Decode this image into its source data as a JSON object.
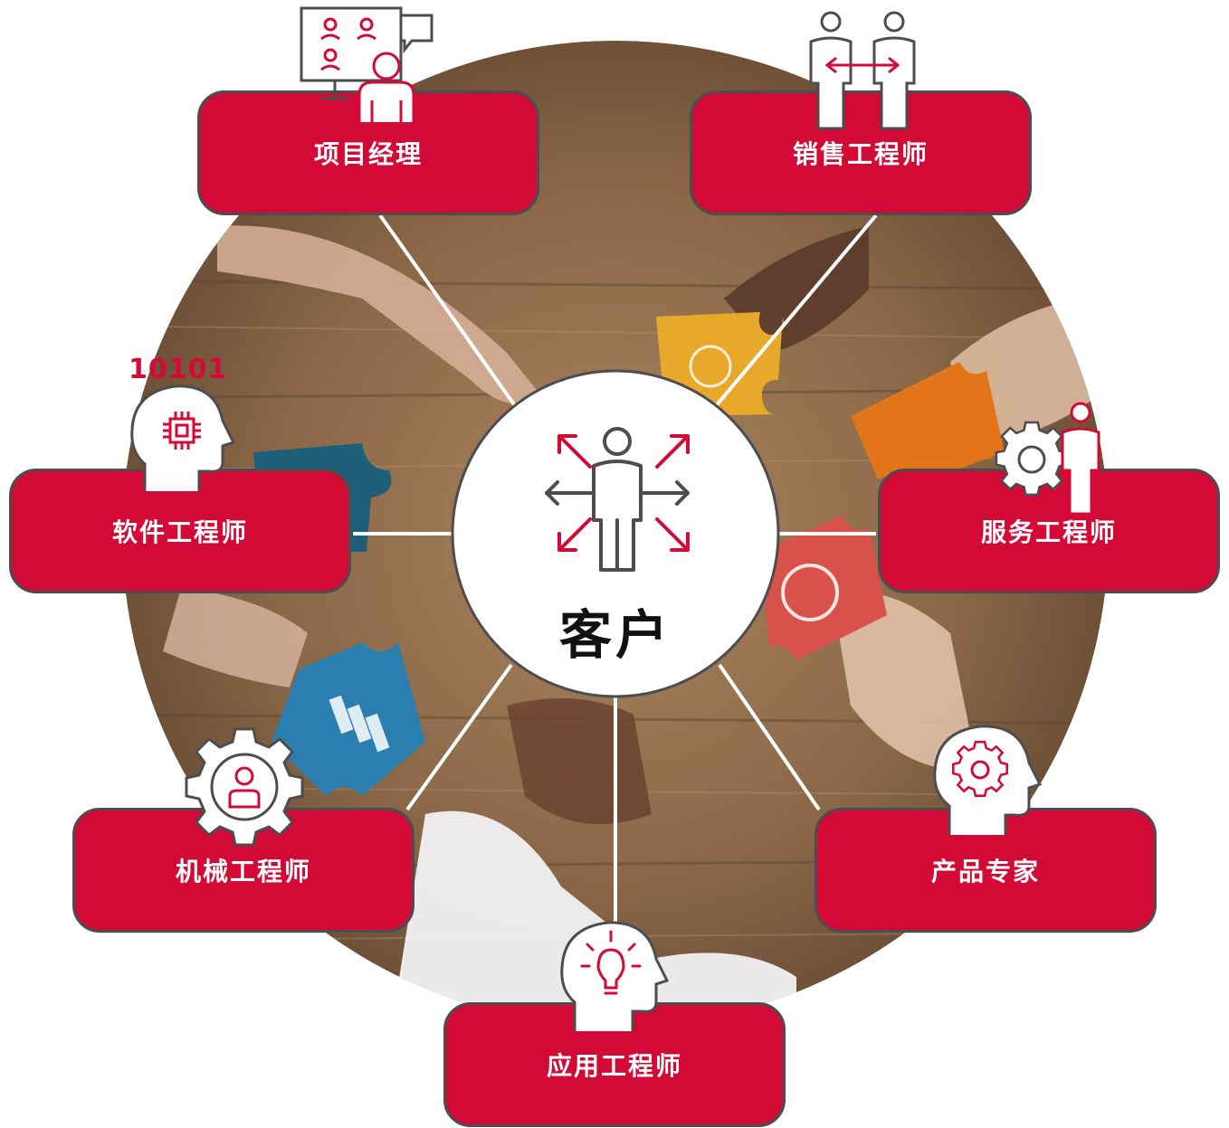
{
  "center": {
    "label": "客户",
    "icon": "customer-arrows-icon"
  },
  "roles": [
    {
      "id": "project-manager",
      "label": "项目经理",
      "icon": "presentation-board-icon"
    },
    {
      "id": "sales-engineer",
      "label": "销售工程师",
      "icon": "two-people-exchange-icon"
    },
    {
      "id": "service-engineer",
      "label": "服务工程师",
      "icon": "gear-person-icon"
    },
    {
      "id": "product-expert",
      "label": "产品专家",
      "icon": "head-gear-icon"
    },
    {
      "id": "application-engineer",
      "label": "应用工程师",
      "icon": "head-lightbulb-icon"
    },
    {
      "id": "mechanical-engineer",
      "label": "机械工程师",
      "icon": "gear-user-icon"
    },
    {
      "id": "software-engineer",
      "label": "软件工程师",
      "icon": "head-chip-binary-icon"
    }
  ],
  "binary_text": "10101",
  "colors": {
    "accent": "#d20a35",
    "outline": "#4d4d4f",
    "background_wood": "#8a6a4a"
  }
}
